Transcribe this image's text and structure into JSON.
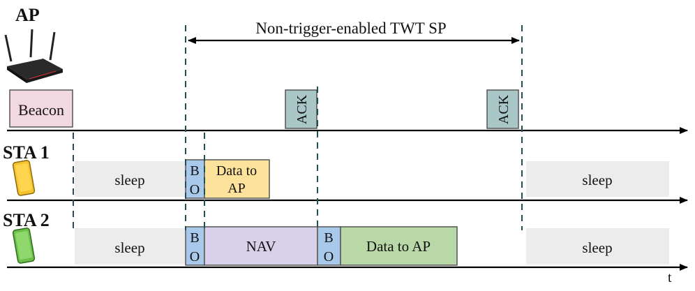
{
  "ap": {
    "label": "AP"
  },
  "stations": [
    {
      "label": "STA 1"
    },
    {
      "label": "STA 2"
    }
  ],
  "span": {
    "label": "Non-trigger-enabled TWT SP"
  },
  "ap_frames": {
    "beacon": "Beacon",
    "ack_1": "ACK",
    "ack_2": "ACK"
  },
  "sta1": {
    "sleep_left": "sleep",
    "bo_line1": "B",
    "bo_line2": "O",
    "data_line1": "Data to",
    "data_line2": "AP",
    "sleep_right": "sleep"
  },
  "sta2": {
    "sleep_left": "sleep",
    "bo1_line1": "B",
    "bo1_line2": "O",
    "nav": "NAV",
    "bo2_line1": "B",
    "bo2_line2": "O",
    "data": "Data to AP",
    "sleep_right": "sleep"
  },
  "axis": {
    "time_label": "t"
  },
  "colors": {
    "beacon": "#f2d9e1",
    "ack": "#a9c7c7",
    "sleep": "#ececec",
    "bo": "#a9c9ea",
    "sta1_data": "#fde29b",
    "nav": "#d9d0ea",
    "sta2_data": "#b9d8a7",
    "dashed": "#1f4e5a",
    "phone1": "#f4c22b",
    "phone2": "#6cc04a"
  }
}
